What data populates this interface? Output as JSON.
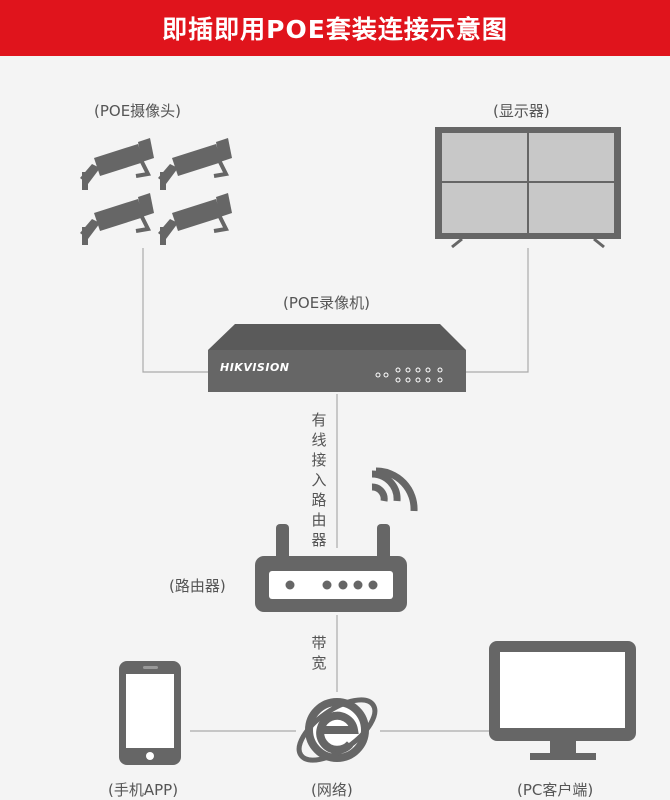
{
  "title": "即插即用POE套装连接示意图",
  "labels": {
    "cameras": "(POE摄像头)",
    "monitor": "(显示器)",
    "nvr": "(POE录像机)",
    "wired_router": "有线接入路由器",
    "router": "(路由器)",
    "broadband": "带宽",
    "phone": "(手机APP)",
    "internet": "(网络)",
    "pc": "(PC客户端)"
  },
  "nvr_brand": "HIKVISION",
  "colors": {
    "banner": "#e0141c",
    "device": "#666666",
    "line": "#aaaaaa",
    "monitor_screen": "#c8c8c8"
  }
}
